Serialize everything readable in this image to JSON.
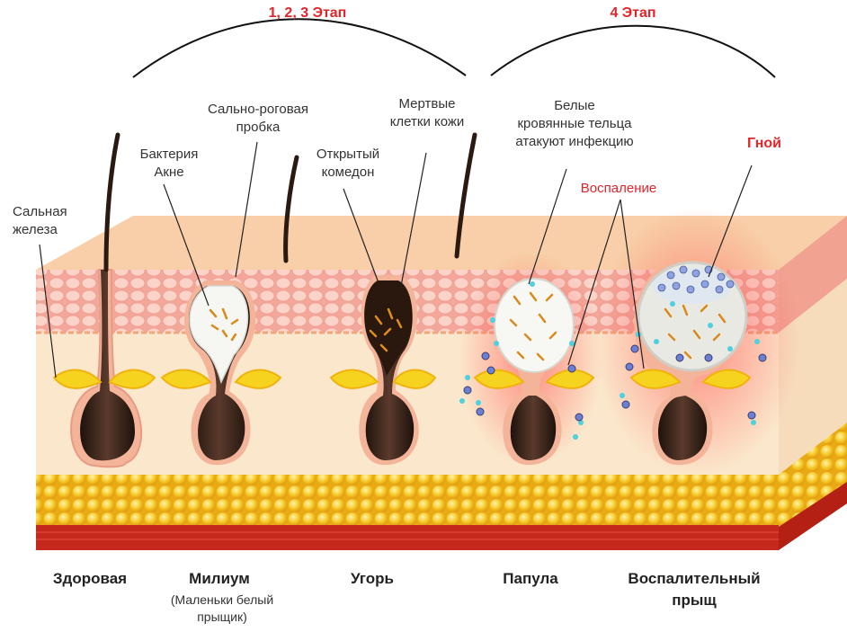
{
  "stages": {
    "stage_123": "1, 2, 3 Этап",
    "stage_4": "4 Этап"
  },
  "annotations": {
    "sebaceous_gland": [
      "Сальная",
      "железа"
    ],
    "acne_bacteria": [
      "Бактерия",
      "Акне"
    ],
    "sebum_keratin_plug": [
      "Сально-роговая",
      "пробка"
    ],
    "open_comedone": [
      "Открытый",
      "комедон"
    ],
    "dead_skin_cells": [
      "Мертвые",
      "клетки кожи"
    ],
    "white_blood_cells": [
      "Белые",
      "кровянные тельца",
      "атакуют инфекцию"
    ],
    "inflammation": "Воспаление",
    "pus": "Гной"
  },
  "captions": {
    "healthy": "Здоровая",
    "milium": "Милиум",
    "milium_note": [
      "(Маленьки белый",
      "прыщик)"
    ],
    "blackhead": "Угорь",
    "papule": "Папула",
    "inflamed_pimple": [
      "Воспалительный",
      "прыщ"
    ]
  },
  "colors": {
    "accent_red": "#e0252b",
    "skin_surface": "#f7c9a0",
    "epidermis": "#f6b4a5",
    "dermis": "#fbe6c8",
    "fat": "#f4c21f",
    "muscle": "#c92a1e",
    "follicle": "#3a2218"
  }
}
